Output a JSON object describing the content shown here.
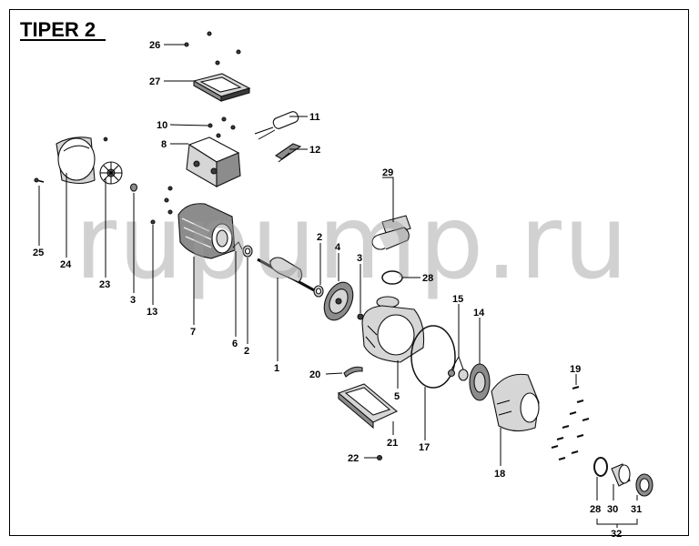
{
  "title": "TIPER 2",
  "watermark": "rupump.ru",
  "labels": {
    "l26": "26",
    "l27": "27",
    "l10": "10",
    "l8": "8",
    "l11": "11",
    "l12": "12",
    "l29": "29",
    "l25": "25",
    "l24": "24",
    "l23": "23",
    "l3a": "3",
    "l13": "13",
    "l7": "7",
    "l6": "6",
    "l2a": "2",
    "l1": "1",
    "l2b": "2",
    "l4": "4",
    "l3b": "3",
    "l28a": "28",
    "l15": "15",
    "l14": "14",
    "l20": "20",
    "l5": "5",
    "l17": "17",
    "l21": "21",
    "l22": "22",
    "l19": "19",
    "l18": "18",
    "l28b": "28",
    "l30": "30",
    "l31": "31",
    "l32": "32"
  }
}
